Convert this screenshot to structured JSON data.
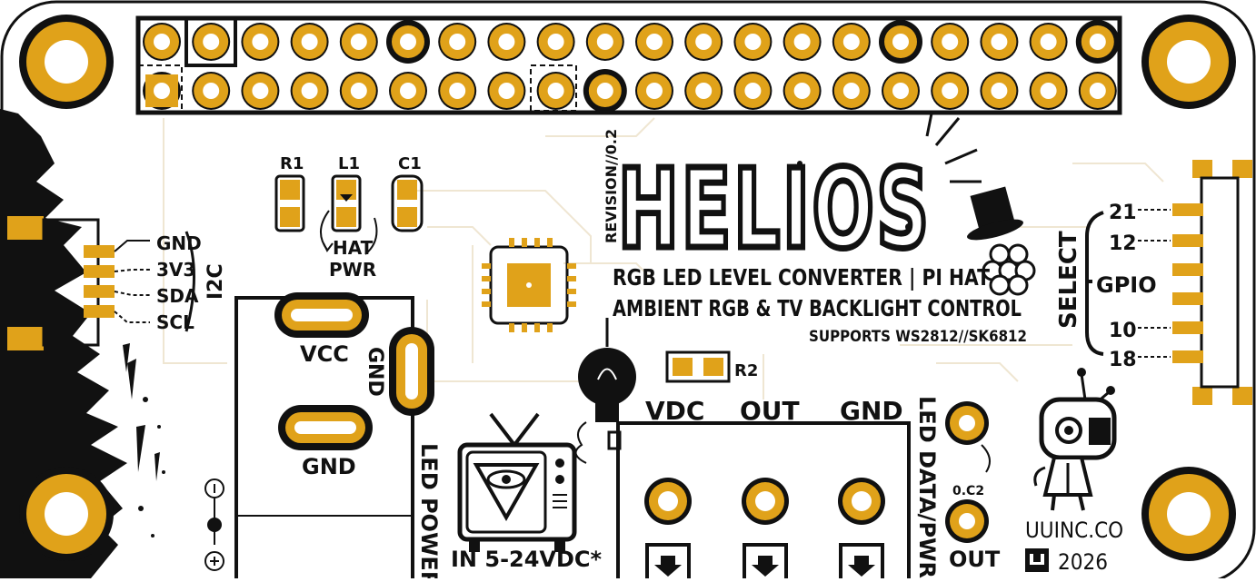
{
  "board": {
    "title": "HELIOS",
    "revision": "REVISION//0.2",
    "subtitle_1": "RGB LED LEVEL CONVERTER | PI HAT",
    "subtitle_2": "AMBIENT RGB & TV BACKLIGHT CONTROL",
    "supports": "SUPPORTS WS2812//SK6812",
    "brand": "UUINC.CO",
    "year": "2026",
    "colors": {
      "pad": "#e0a21a",
      "silk": "#111111",
      "board": "#ffffff",
      "trace": "#f1e9d6"
    }
  },
  "i2c": {
    "pins": [
      "GND",
      "3V3",
      "SDA",
      "SCL"
    ],
    "label": "I2C"
  },
  "components": {
    "r1": "R1",
    "l1": "L1",
    "c1": "C1",
    "r2": "R2",
    "hat_pwr_1": "HAT",
    "hat_pwr_2": "PWR"
  },
  "power": {
    "vcc": "VCC",
    "gnd_1": "GND",
    "gnd_2": "GND",
    "led_power": "LED POWER",
    "input": "IN 5-24VDC*"
  },
  "output": {
    "vdc": "VDC",
    "out": "OUT",
    "gnd": "GND",
    "data_pwr": "LED DATA/PWR",
    "version": "0.C2",
    "out_label": "OUT"
  },
  "gpio": {
    "select": "SELECT",
    "label": "GPIO",
    "pins": [
      "21",
      "12",
      "10",
      "18"
    ]
  }
}
